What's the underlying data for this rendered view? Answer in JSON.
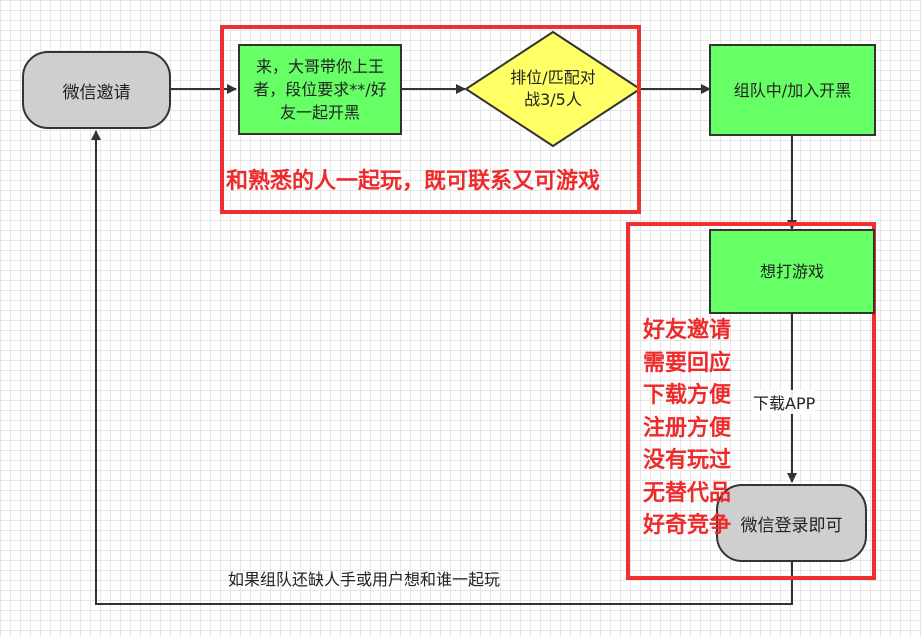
{
  "nodes": {
    "wechat_invite": "微信邀请",
    "big_brother": "来，大哥带你上王者，段位要求**/好友一起开黑",
    "ranked_match": "排位/匹配对战3/5人",
    "join_team": "组队中/加入开黑",
    "want_play": "想打游戏",
    "wechat_login": "微信登录即可"
  },
  "labels": {
    "download_app": "下载APP",
    "loop_back": "如果组队还缺人手或用户想和谁一起玩"
  },
  "notes": {
    "top_note": "和熟悉的人一起玩，既可联系又可游戏",
    "side_list": [
      "好友邀请",
      "需要回应",
      "下载方便",
      "注册方便",
      "没有玩过",
      "无替代品",
      "好奇竞争"
    ]
  },
  "colors": {
    "process_fill": "#66ff66",
    "decision_fill": "#ffff66",
    "terminal_fill": "#cfcfcf",
    "highlight": "#ee3030"
  }
}
